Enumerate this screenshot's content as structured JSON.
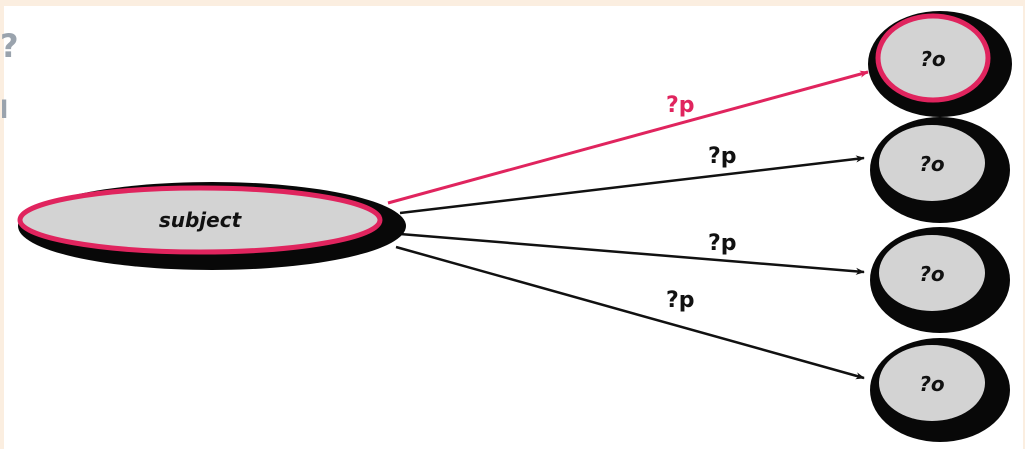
{
  "colors": {
    "background": "#fbeee0",
    "panel": "#ffffff",
    "node_fill": "#d3d3d3",
    "shadow": "#080808",
    "highlight": "#e0245e",
    "edge": "#111111"
  },
  "subject": {
    "label": "subject",
    "highlighted": true
  },
  "edges": [
    {
      "label": "?p",
      "target_label": "?o",
      "highlighted": true
    },
    {
      "label": "?p",
      "target_label": "?o",
      "highlighted": false
    },
    {
      "label": "?p",
      "target_label": "?o",
      "highlighted": false
    },
    {
      "label": "?p",
      "target_label": "?o",
      "highlighted": false
    }
  ],
  "cut_off_text": [
    "?",
    "l"
  ]
}
